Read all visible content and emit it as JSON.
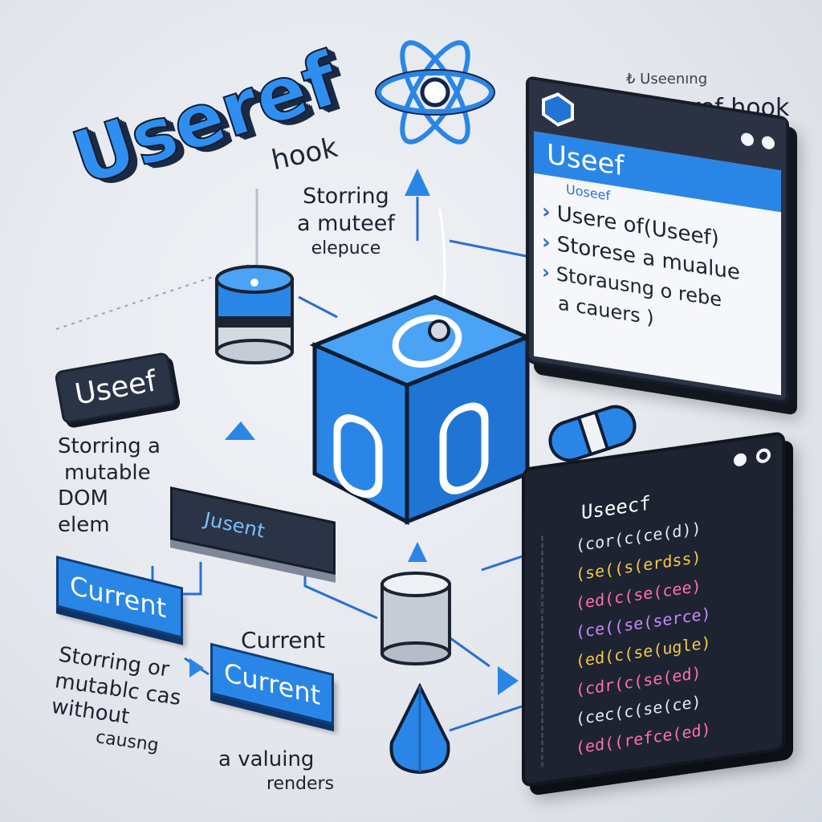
{
  "title": {
    "main": "Useref",
    "hook": "hook"
  },
  "top_right_label": {
    "line1": "₺ Useenıng",
    "line2": "Useref hook"
  },
  "storing_top": [
    "Storring",
    "a muteef",
    "elepuce"
  ],
  "left_tag": "Useef",
  "left_desc": [
    "Storring a",
    "mutable",
    "DOM",
    "elem"
  ],
  "small_slab": "Jusent",
  "current_left": "Current",
  "current_mid_text": "Current",
  "current_mid_box": "Current",
  "bottom_left": [
    "Storring  or",
    "mutablc cas",
    "without",
    "causng"
  ],
  "bottom_mid": [
    "a valuing",
    "renders"
  ],
  "window_top": {
    "title": "Useef",
    "subtitle": "Uoseef",
    "items": [
      "Usere of(Useef)",
      "Storese a mualue",
      "Storausng o rebe",
      "a cauers )"
    ]
  },
  "code_window": {
    "title": "Useecf",
    "lines": [
      {
        "text": "(cor(c(ce(d))",
        "color": "#e6e9f0"
      },
      {
        "text": "(se((s(erdss)",
        "color": "#f2c94c"
      },
      {
        "text": "(ed(c(se(cee)",
        "color": "#ff6fb0"
      },
      {
        "text": "(ce((se(serce)",
        "color": "#c58cff"
      },
      {
        "text": "(ed(c(se(ugle)",
        "color": "#f2c94c"
      },
      {
        "text": "(cdr(c(se(ed)",
        "color": "#ff6fb0"
      },
      {
        "text": "(cec(c(se(ce)",
        "color": "#e6e9f0"
      },
      {
        "text": "(ed((refce(ed)",
        "color": "#ff6fb0"
      }
    ]
  },
  "colors": {
    "accent": "#2a86e6",
    "dark": "#1e2331",
    "bg": "#e6e9ef"
  },
  "icons": [
    "atom-icon",
    "cube-icon",
    "cylinder-icon",
    "arrow-icon",
    "drop-icon",
    "pill-icon",
    "gear-icon"
  ]
}
